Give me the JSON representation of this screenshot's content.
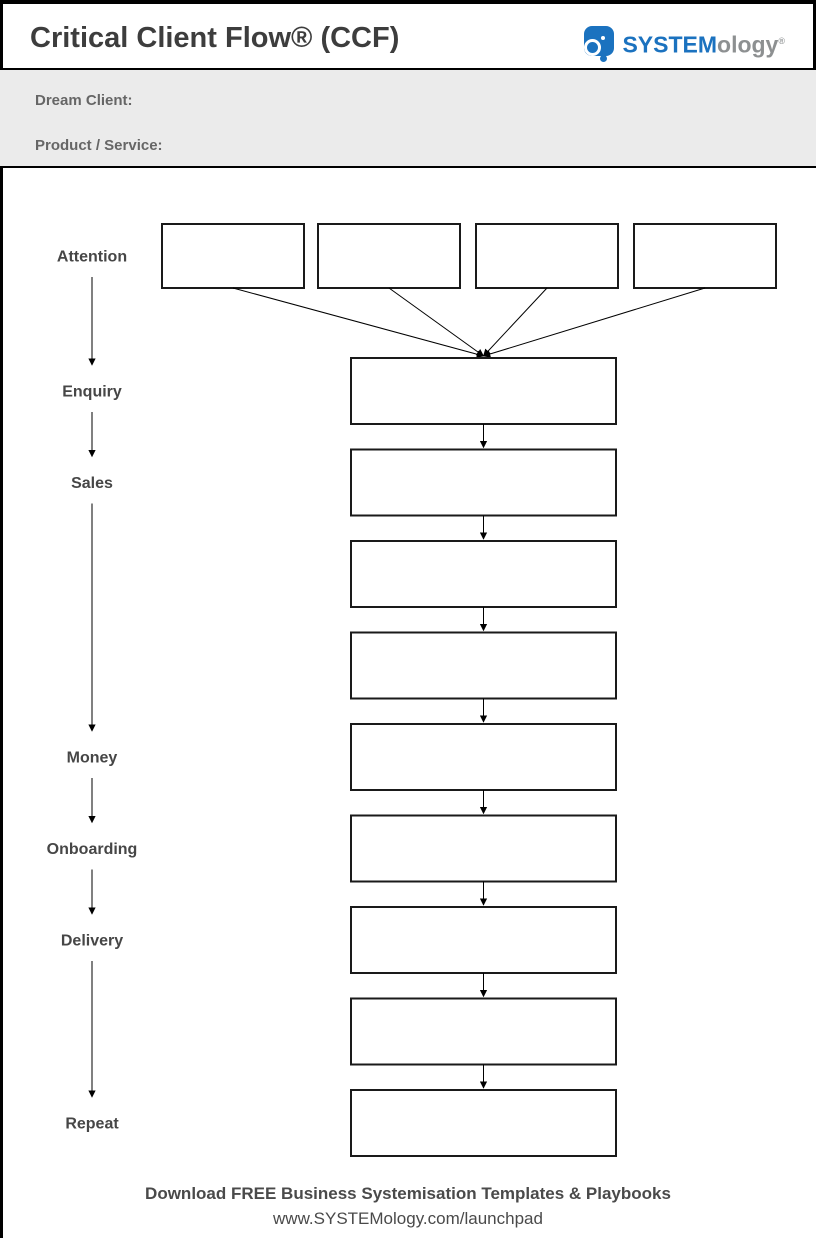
{
  "header": {
    "title": "Critical Client Flow® (CCF)"
  },
  "logo": {
    "icon": "systemology-gear-icon",
    "text_primary": "SYSTEM",
    "text_secondary": "ology",
    "registered_mark": "®",
    "brand_blue": "#1b72bf",
    "brand_gray": "#8d9091"
  },
  "fields": [
    {
      "label": "Dream Client:",
      "value": ""
    },
    {
      "label": "Product / Service:",
      "value": ""
    }
  ],
  "diagram": {
    "type": "flowchart",
    "stages": [
      {
        "label": "Attention",
        "aligns_to": "attention-row"
      },
      {
        "label": "Enquiry",
        "chain_index": 0
      },
      {
        "label": "Sales",
        "chain_index": 1
      },
      {
        "label": "Money",
        "chain_index": 4
      },
      {
        "label": "Onboarding",
        "chain_index": 5
      },
      {
        "label": "Delivery",
        "chain_index": 6
      },
      {
        "label": "Repeat",
        "chain_index": 8
      }
    ],
    "attention_box_count": 4,
    "chain_box_count": 9,
    "boxes_are_empty": true,
    "flow": "4 attention boxes converge into first chain box; chain boxes linked top-to-bottom by arrows; stage labels linked top-to-bottom by arrows on the left rail"
  },
  "footer": {
    "line1": "Download FREE Business Systemisation Templates & Playbooks",
    "line2": "www.SYSTEMology.com/launchpad"
  }
}
